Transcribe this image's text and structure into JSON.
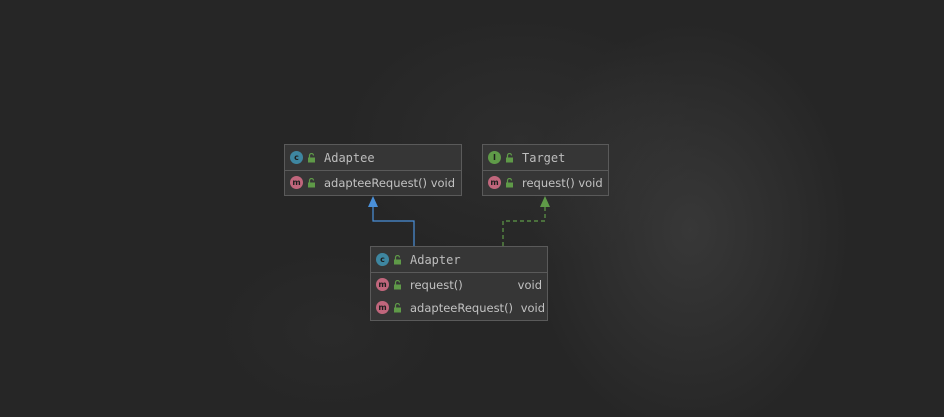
{
  "colors": {
    "background": "#262626",
    "class_fill": "#363636",
    "class_border": "#5a5a5a",
    "class_icon": "#3e86a0",
    "interface_icon": "#5f9a48",
    "method_icon": "#c0667c",
    "visibility_lock": "#5f9a48",
    "inheritance_arrow": "#4a90d9",
    "realization_arrow": "#5f9a48"
  },
  "icons": {
    "class_kind": "class-icon",
    "interface_kind": "interface-icon",
    "method_kind": "method-icon",
    "visibility": "unlocked-public-icon"
  },
  "classes": {
    "adaptee": {
      "kind_letter": "c",
      "name": "Adaptee",
      "methods": [
        {
          "kind_letter": "m",
          "signature": "adapteeRequest() void"
        }
      ]
    },
    "target": {
      "kind_letter": "I",
      "name": "Target",
      "methods": [
        {
          "kind_letter": "m",
          "signature": "request() void"
        }
      ]
    },
    "adapter": {
      "kind_letter": "c",
      "name": "Adapter",
      "methods": [
        {
          "kind_letter": "m",
          "name": "request()",
          "return_type": "void"
        },
        {
          "kind_letter": "m",
          "name": "adapteeRequest()",
          "return_type": "void"
        }
      ]
    }
  },
  "relations": [
    {
      "type": "inheritance",
      "from": "Adapter",
      "to": "Adaptee",
      "line": "solid"
    },
    {
      "type": "realization",
      "from": "Adapter",
      "to": "Target",
      "line": "dashed"
    }
  ]
}
